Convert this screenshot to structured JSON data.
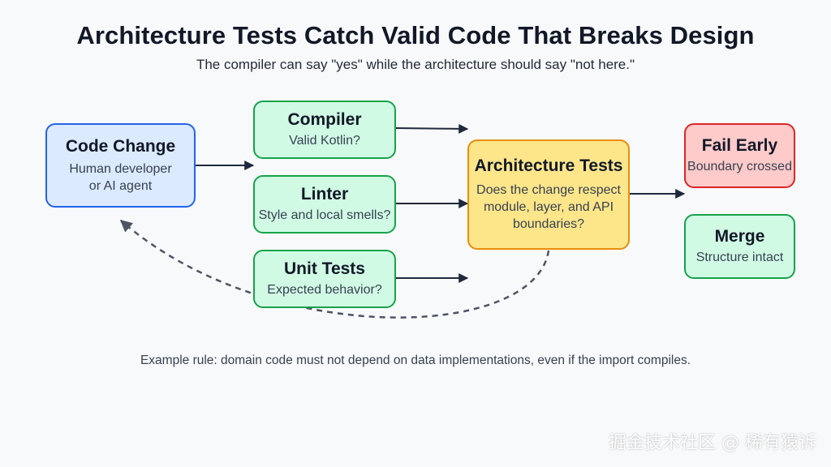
{
  "title": "Architecture Tests Catch Valid Code That Breaks Design",
  "subtitle": "The compiler can say \"yes\" while the architecture should say \"not here.\"",
  "nodes": {
    "code_change": {
      "label": "Code Change",
      "desc_line1": "Human developer",
      "desc_line2": "or AI agent"
    },
    "compiler": {
      "label": "Compiler",
      "desc": "Valid Kotlin?"
    },
    "linter": {
      "label": "Linter",
      "desc": "Style and local smells?"
    },
    "unit_tests": {
      "label": "Unit Tests",
      "desc": "Expected behavior?"
    },
    "architecture_tests": {
      "label": "Architecture Tests",
      "desc_line1": "Does the change respect",
      "desc_line2": "module, layer, and API",
      "desc_line3": "boundaries?"
    },
    "fail_early": {
      "label": "Fail Early",
      "desc": "Boundary crossed"
    },
    "merge": {
      "label": "Merge",
      "desc": "Structure intact"
    }
  },
  "example_rule": "Example rule: domain code must not depend on data implementations, even if the import compiles.",
  "watermark": "掘金技术社区 @ 稀有猿诉",
  "colors": {
    "blue_fill": "#dbeafe",
    "blue_border": "#2563eb",
    "green_fill": "#d1fae5",
    "green_border": "#16a34a",
    "yellow_fill": "#fde68a",
    "yellow_border": "#ea8c0c",
    "red_fill": "#fecaca",
    "red_border": "#dc2626",
    "edge": "#1e293b",
    "feedback_edge": "#4b5563"
  }
}
